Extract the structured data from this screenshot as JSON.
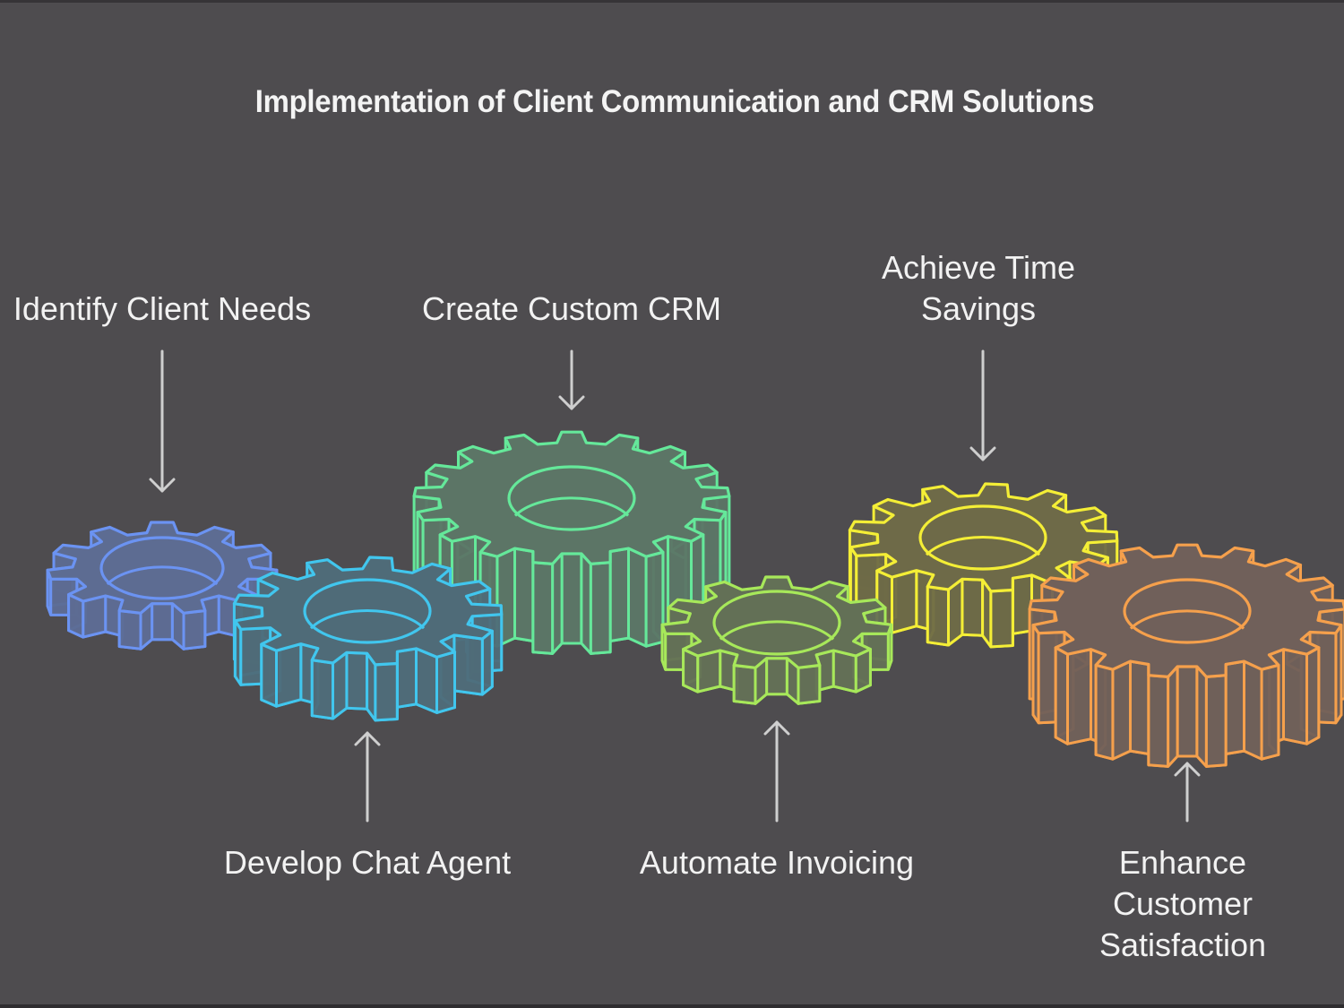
{
  "title": "Implementation of Client Communication and CRM Solutions",
  "steps": [
    {
      "label": "Identify Client Needs",
      "color": "#6b93f2",
      "fill": "#5d6c92",
      "teeth": 11,
      "label_side": "top",
      "order": 1
    },
    {
      "label": "Develop Chat Agent",
      "color": "#41c6ee",
      "fill": "#4f6b78",
      "teeth": 13,
      "label_side": "bottom",
      "order": 2
    },
    {
      "label": "Create Custom CRM",
      "color": "#65e89a",
      "fill": "#5c7566",
      "teeth": 17,
      "label_side": "top",
      "order": 3
    },
    {
      "label": "Automate Invoicing",
      "color": "#a7e85a",
      "fill": "#637056",
      "teeth": 11,
      "label_side": "bottom",
      "order": 4
    },
    {
      "label": "Achieve Time\nSavings",
      "color": "#f4ee36",
      "fill": "#6e6a48",
      "teeth": 13,
      "label_side": "top",
      "order": 5
    },
    {
      "label": "Enhance Customer\nSatisfaction",
      "color": "#f5a04c",
      "fill": "#70605a",
      "teeth": 17,
      "label_side": "bottom",
      "order": 6
    }
  ],
  "icons": {
    "gear": "gear-icon",
    "arrow_down": "arrow-down-icon",
    "arrow_up": "arrow-up-icon"
  },
  "colors": {
    "background": "#4e4c4f",
    "text": "#f2f2f2",
    "arrow": "#cfcfcf"
  }
}
